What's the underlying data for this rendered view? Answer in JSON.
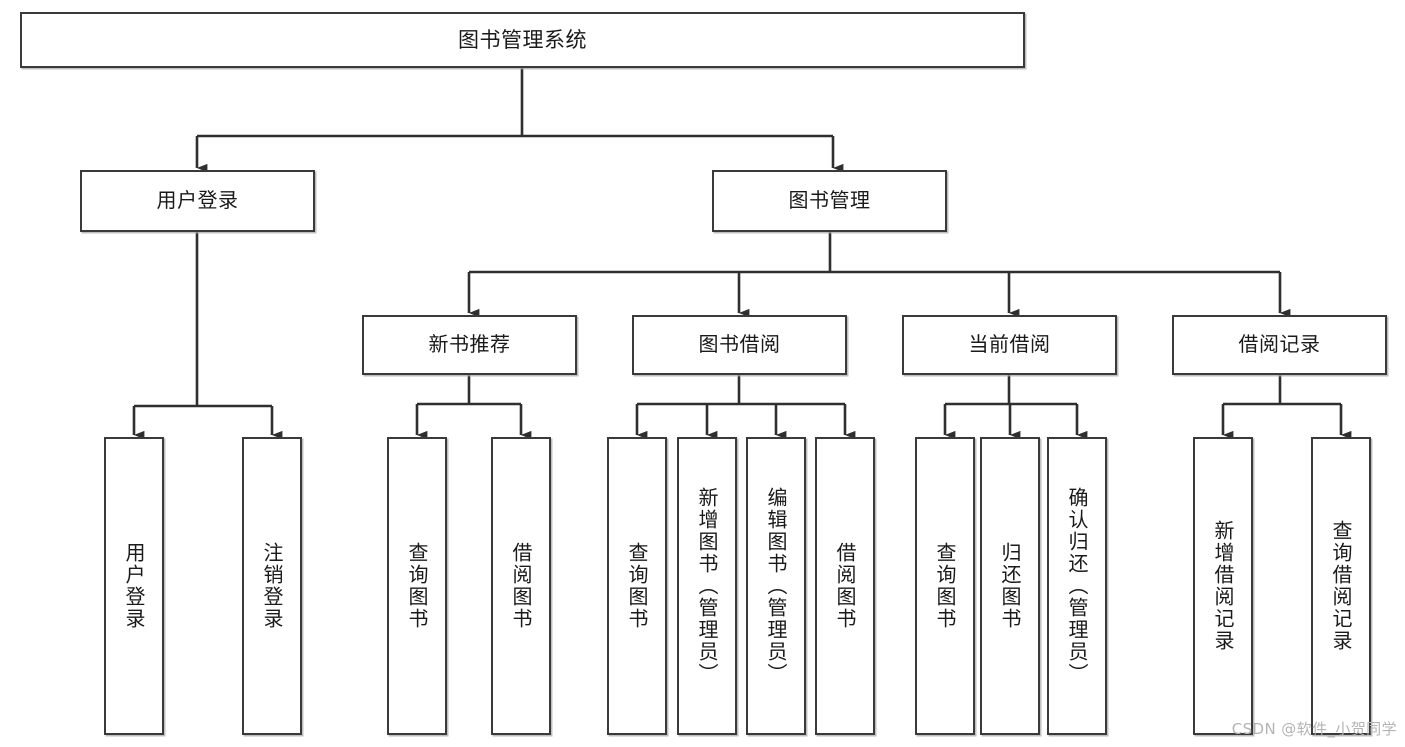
{
  "diagram": {
    "title": "图书管理系统",
    "type": "tree",
    "watermark": "CSDN @软件_小贺同学",
    "colors": {
      "box_border": "#3a3a3a",
      "box_fill": "#ffffff",
      "connector": "#2f2f2f",
      "text": "#1a1a1a",
      "watermark": "#b4b4b4",
      "background": "#ffffff"
    },
    "nodes": {
      "root": {
        "label": "图书管理系统",
        "level": 0
      },
      "l1": [
        {
          "label": "用户登录",
          "level": 1
        },
        {
          "label": "图书管理",
          "level": 1
        }
      ],
      "l2": [
        {
          "label": "新书推荐",
          "level": 2
        },
        {
          "label": "图书借阅",
          "level": 2
        },
        {
          "label": "当前借阅",
          "level": 2
        },
        {
          "label": "借阅记录",
          "level": 2
        }
      ],
      "leaves_login": [
        {
          "label": "用户登录"
        },
        {
          "label": "注销登录"
        }
      ],
      "leaves_newbook": [
        {
          "label": "查询图书"
        },
        {
          "label": "借阅图书"
        }
      ],
      "leaves_borrow": [
        {
          "label": "查询图书"
        },
        {
          "label": "新增图书（管理员）"
        },
        {
          "label": "编辑图书（管理员）"
        },
        {
          "label": "借阅图书"
        }
      ],
      "leaves_current": [
        {
          "label": "查询图书"
        },
        {
          "label": "归还图书"
        },
        {
          "label": "确认归还（管理员）"
        }
      ],
      "leaves_record": [
        {
          "label": "新增借阅记录"
        },
        {
          "label": "查询借阅记录"
        }
      ]
    },
    "edges": [
      {
        "from": "图书管理系统",
        "to": "用户登录"
      },
      {
        "from": "图书管理系统",
        "to": "图书管理"
      },
      {
        "from": "用户登录",
        "to": "用户登录"
      },
      {
        "from": "用户登录",
        "to": "注销登录"
      },
      {
        "from": "图书管理",
        "to": "新书推荐"
      },
      {
        "from": "图书管理",
        "to": "图书借阅"
      },
      {
        "from": "图书管理",
        "to": "当前借阅"
      },
      {
        "from": "图书管理",
        "to": "借阅记录"
      },
      {
        "from": "新书推荐",
        "to": "查询图书"
      },
      {
        "from": "新书推荐",
        "to": "借阅图书"
      },
      {
        "from": "图书借阅",
        "to": "查询图书"
      },
      {
        "from": "图书借阅",
        "to": "新增图书（管理员）"
      },
      {
        "from": "图书借阅",
        "to": "编辑图书（管理员）"
      },
      {
        "from": "图书借阅",
        "to": "借阅图书"
      },
      {
        "from": "当前借阅",
        "to": "查询图书"
      },
      {
        "from": "当前借阅",
        "to": "归还图书"
      },
      {
        "from": "当前借阅",
        "to": "确认归还（管理员）"
      },
      {
        "from": "借阅记录",
        "to": "新增借阅记录"
      },
      {
        "from": "借阅记录",
        "to": "查询借阅记录"
      }
    ]
  }
}
